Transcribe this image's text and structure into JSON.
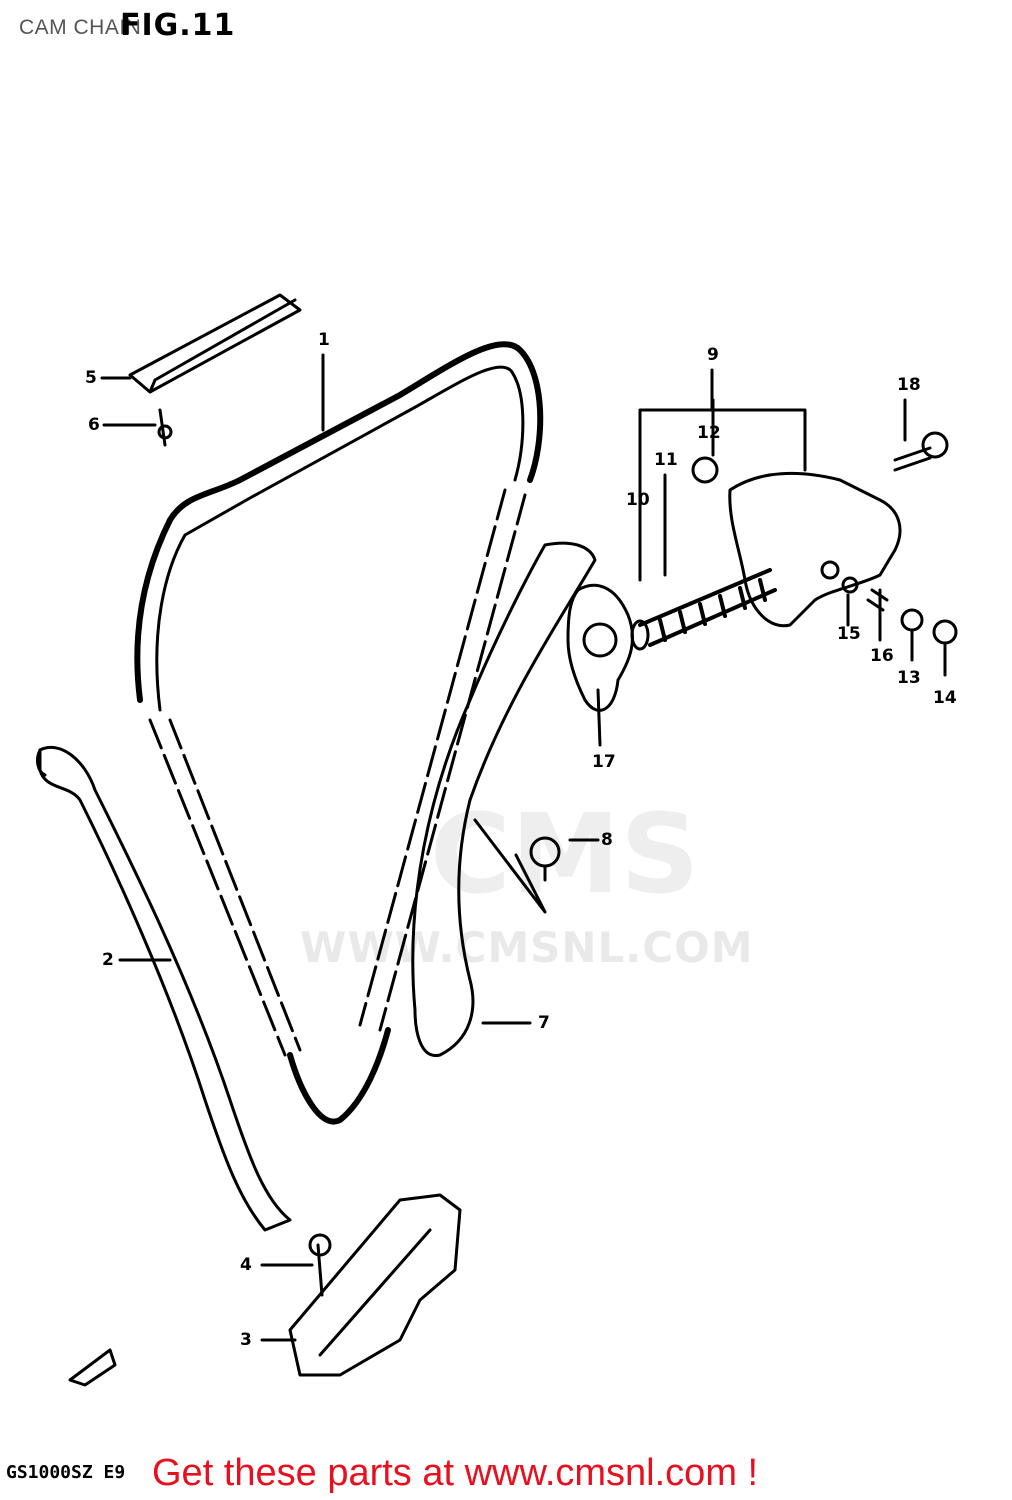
{
  "header": {
    "title": "CAM CHAIN",
    "fig": "FIG.11"
  },
  "watermark": {
    "logo": "CMS",
    "url": "WWW.CMSNL.COM"
  },
  "callouts": [
    "1",
    "2",
    "3",
    "4",
    "5",
    "6",
    "7",
    "8",
    "9",
    "10",
    "11",
    "12",
    "13",
    "14",
    "15",
    "16",
    "17",
    "18"
  ],
  "footer": {
    "model": "GS1000SZ E9",
    "cta": "Get these parts at www.cmsnl.com !"
  },
  "colors": {
    "cta": "#e8101f",
    "line": "#000000",
    "watermark": "#e9e9e9"
  }
}
